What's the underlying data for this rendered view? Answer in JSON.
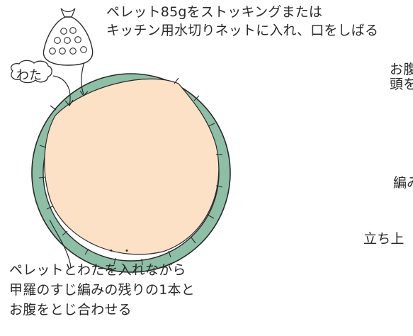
{
  "labels": {
    "pellet_instruction_line1": "ペレット85gをストッキングまたは",
    "pellet_instruction_line2": "キッチン用水切りネットに入れ、口をしばる",
    "wata": "わた",
    "join_instruction_line1": "ペレットとわたを入れながら",
    "join_instruction_line2": "甲羅のすじ編みの残りの1本と",
    "join_instruction_line3": "お腹をとじ合わせる",
    "right_cut_1": "お腹",
    "right_cut_2": "頭を",
    "right_cut_3": "編み",
    "right_cut_4": "立ち上",
    "emphasis_dots": "・・"
  },
  "colors": {
    "shell_ring": "#8dbfa6",
    "belly": "#fde1c6",
    "stroke": "#2a2a2a",
    "bag_fill": "#ffffff"
  },
  "icons": {
    "pellet_bag": "pellet-bag-icon"
  }
}
